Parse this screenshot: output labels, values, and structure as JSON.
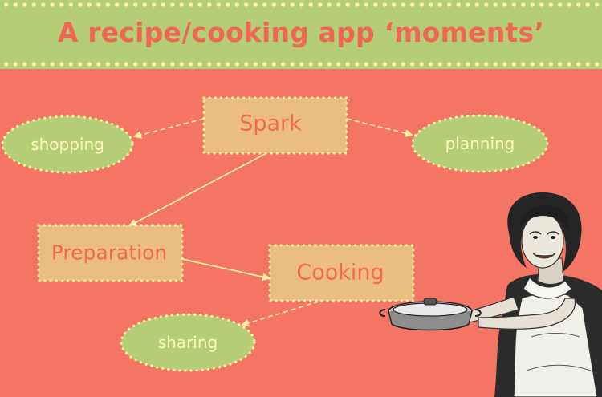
{
  "title": "A recipe/cooking app ‘moments’",
  "nodes": {
    "spark": "Spark",
    "preparation": "Preparation",
    "cooking": "Cooking",
    "shopping": "shopping",
    "planning": "planning",
    "sharing": "sharing"
  },
  "illustration": {
    "description_icon": "retro-housewife-with-pot-illustration"
  },
  "colors": {
    "background": "#f47563",
    "banner": "#b5cd75",
    "box_fill": "#ecbd80",
    "oval_fill": "#b5cd75",
    "dots": "#fbf3a3",
    "title_text": "#ef6656"
  }
}
